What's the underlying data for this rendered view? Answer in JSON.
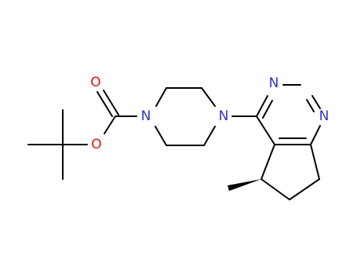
{
  "colors": {
    "bond": "#000000",
    "nitrogen": "#3232cc",
    "oxygen": "#e01010",
    "background": "#ffffff"
  },
  "atoms": {
    "o_carbonyl": "O",
    "o_ester": "O",
    "n_piperazine_left": "N",
    "n_piperazine_right": "N",
    "n_pyrimidine_top": "N",
    "n_pyrimidine_right": "N"
  }
}
